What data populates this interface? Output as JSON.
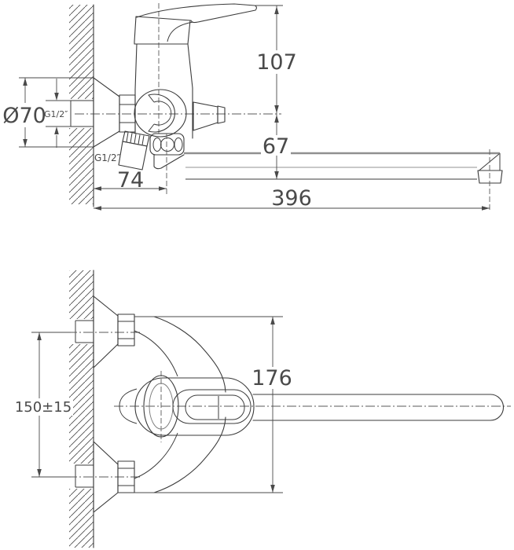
{
  "drawing": {
    "colors": {
      "line": "#3b3b3b",
      "dimension": "#4a4a4a",
      "spout_highlight": "#909090",
      "background": "#ffffff"
    },
    "side_view": {
      "dim_axis_to_handle_top": "107",
      "dim_axis_to_spout_bottom": "67",
      "dim_wall_to_spout_pivot": "74",
      "dim_spout_reach": "396",
      "dim_wall_flange_diameter": "Ø70",
      "label_inlet_thread": "G1/2″",
      "label_shower_outlet_thread": "G1/2″"
    },
    "plan_view": {
      "dim_inlet_centre_distance": "150±15",
      "dim_overall_span": "176"
    }
  }
}
